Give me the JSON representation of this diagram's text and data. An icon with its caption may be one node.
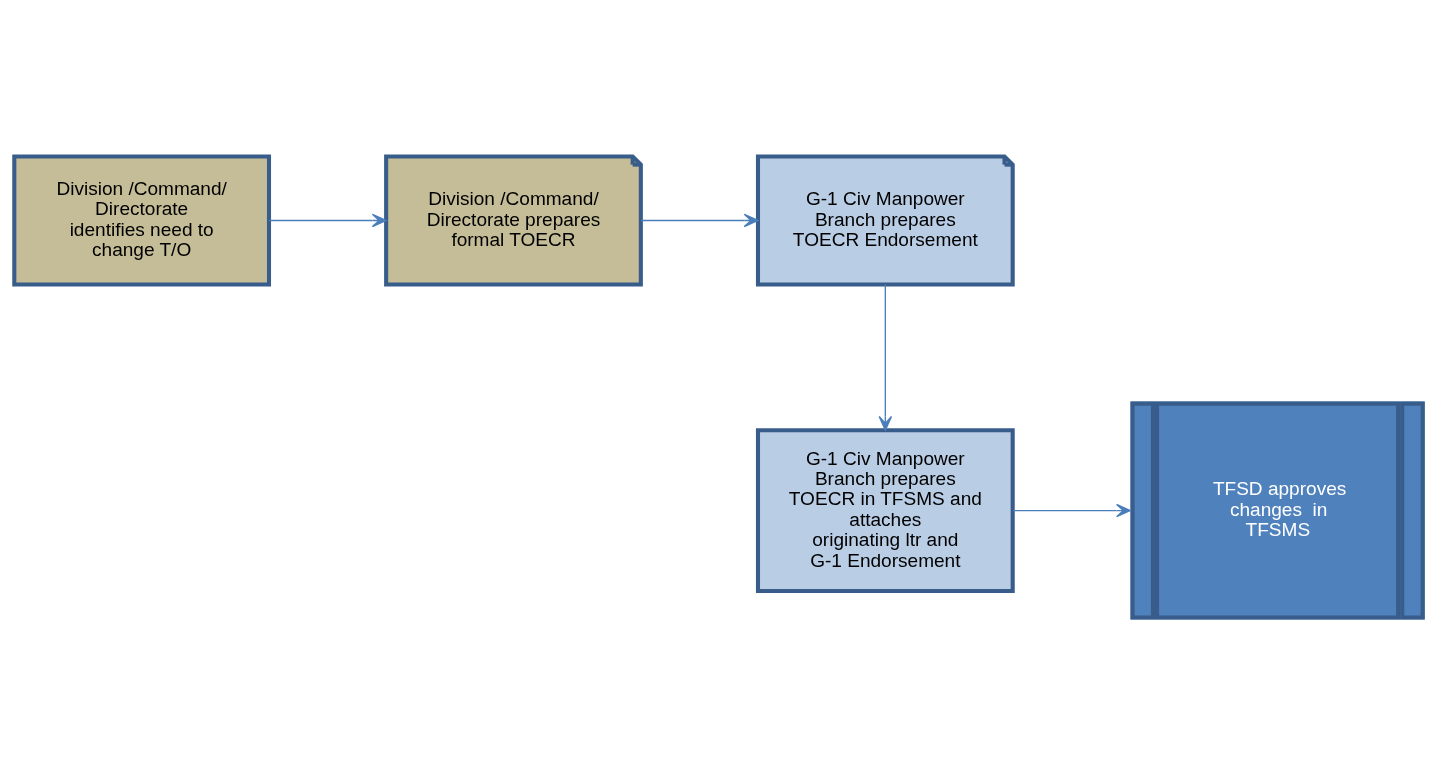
{
  "diagram": {
    "nodes": [
      {
        "text": [
          "Division /Command/ Directorate identifies need to change T/O"
        ]
      },
      {
        "text": [
          "Division /Command/ Directorate prepares formal TOECR"
        ]
      },
      {
        "text": [
          "G-1 Civ Manpower Branch prepares TOECR Endorsement"
        ]
      },
      {
        "text": [
          "G-1 Civ Manpower Branch prepares TOECR in TFSMS and attaches  originating ltr and G-1 Endorsement"
        ]
      },
      {
        "text": [
          "TFSD approves changes  in TFSMS"
        ]
      }
    ],
    "edges": [
      {
        "from": 0,
        "to": 1,
        "arrow": "to"
      },
      {
        "from": 1,
        "to": 2,
        "arrow": "to"
      },
      {
        "from": 2,
        "to": 3,
        "arrow": "to"
      },
      {
        "from": 3,
        "to": 4,
        "arrow": "to"
      }
    ]
  }
}
